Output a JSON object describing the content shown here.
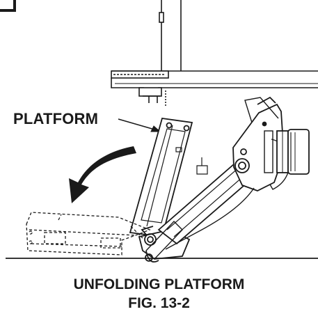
{
  "callout": {
    "label": "PLATFORM"
  },
  "caption": {
    "title": "UNFOLDING PLATFORM",
    "figure": "FIG. 13-2"
  },
  "colors": {
    "line": "#1a1a1a",
    "background": "#ffffff"
  }
}
